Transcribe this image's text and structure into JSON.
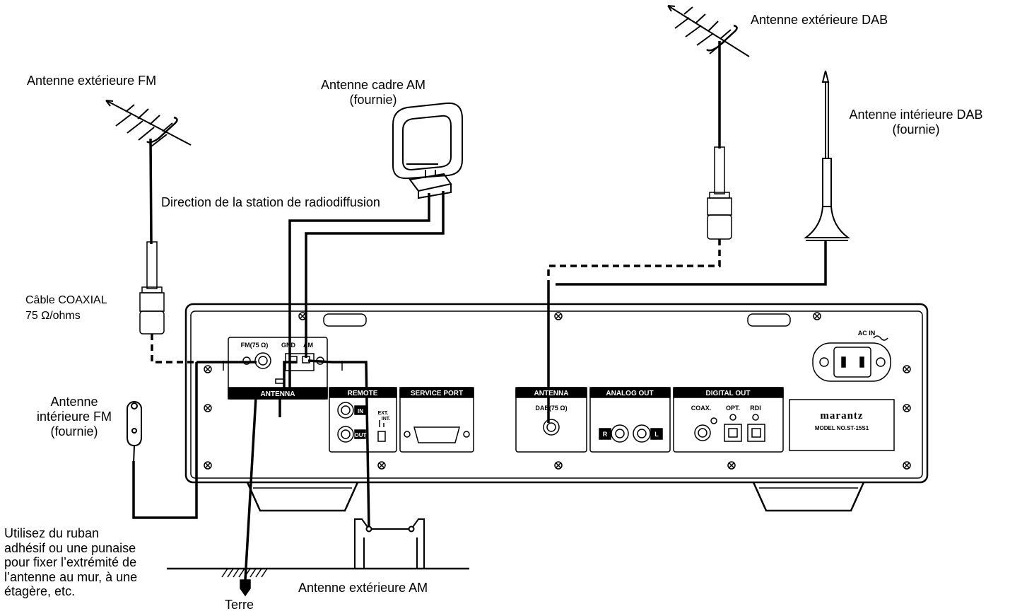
{
  "labels": {
    "fm_outdoor": "Antenne extérieure FM",
    "am_loop_line1": "Antenne cadre AM",
    "am_loop_line2": "(fournie)",
    "dab_outdoor": "Antenne extérieure DAB",
    "dab_indoor_line1": "Antenne intérieure DAB",
    "dab_indoor_line2": "(fournie)",
    "direction": "Direction de la station de radiodiffusion",
    "coax_line1": "Câble COAXIAL",
    "coax_line2": "75 Ω/ohms",
    "fm_indoor_line1": "Antenne",
    "fm_indoor_line2": "intérieure FM",
    "fm_indoor_line3": "(fournie)",
    "tape_line1": "Utilisez du ruban",
    "tape_line2": "adhésif ou une punaise",
    "tape_line3": "pour fixer l’extrémité de",
    "tape_line4": "l’antenne au mur, à une",
    "tape_line5": "étagère, etc.",
    "am_outdoor": "Antenne extérieure AM",
    "ground": "Terre"
  },
  "panel": {
    "antenna": "ANTENNA",
    "fm75": "FM(75 Ω)",
    "gnd": "GND",
    "am": "AM",
    "remote": "REMOTE",
    "in": "IN",
    "out": "OUT",
    "ext": "EXT.",
    "int": "INT.",
    "service_port": "SERVICE PORT",
    "antenna_dab": "ANTENNA",
    "dab75": "DAB(75 Ω)",
    "analog_out": "ANALOG OUT",
    "r": "R",
    "l": "L",
    "digital_out": "DIGITAL OUT",
    "coax": "COAX.",
    "opt": "OPT.",
    "rdi": "RDI",
    "ac_in": "AC IN",
    "brand": "marantz",
    "model": "MODEL NO.ST-15S1"
  }
}
